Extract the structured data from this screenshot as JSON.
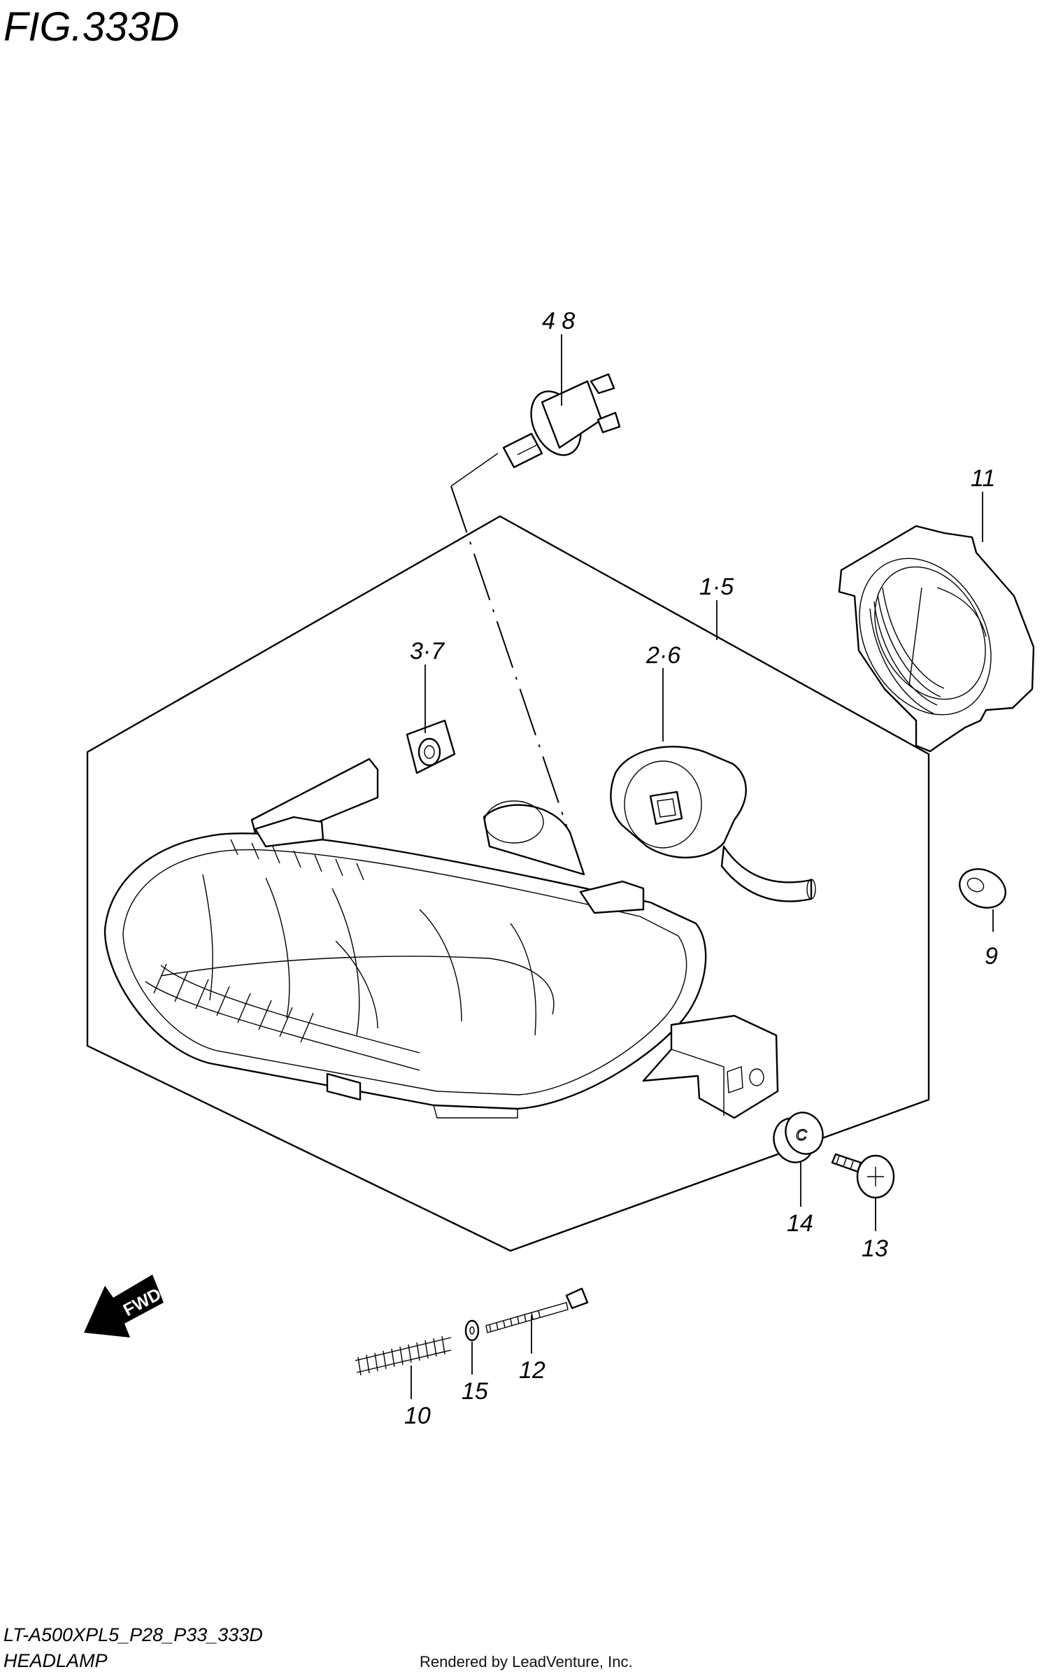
{
  "figure": {
    "title": "FIG.333D",
    "model_code": "LT-A500XPL5_P28_P33_333D",
    "section_name": "HEADLAMP",
    "rendered_by": "Rendered by LeadVenture, Inc.",
    "fwd_label": "FWD"
  },
  "callouts": {
    "c48": "4 8",
    "c11": "11",
    "c15": "1·5",
    "c37": "3·7",
    "c26": "2·6",
    "c9": "9",
    "c14": "14",
    "c13": "13",
    "c10": "10",
    "c15b": "15",
    "c12": "12"
  }
}
